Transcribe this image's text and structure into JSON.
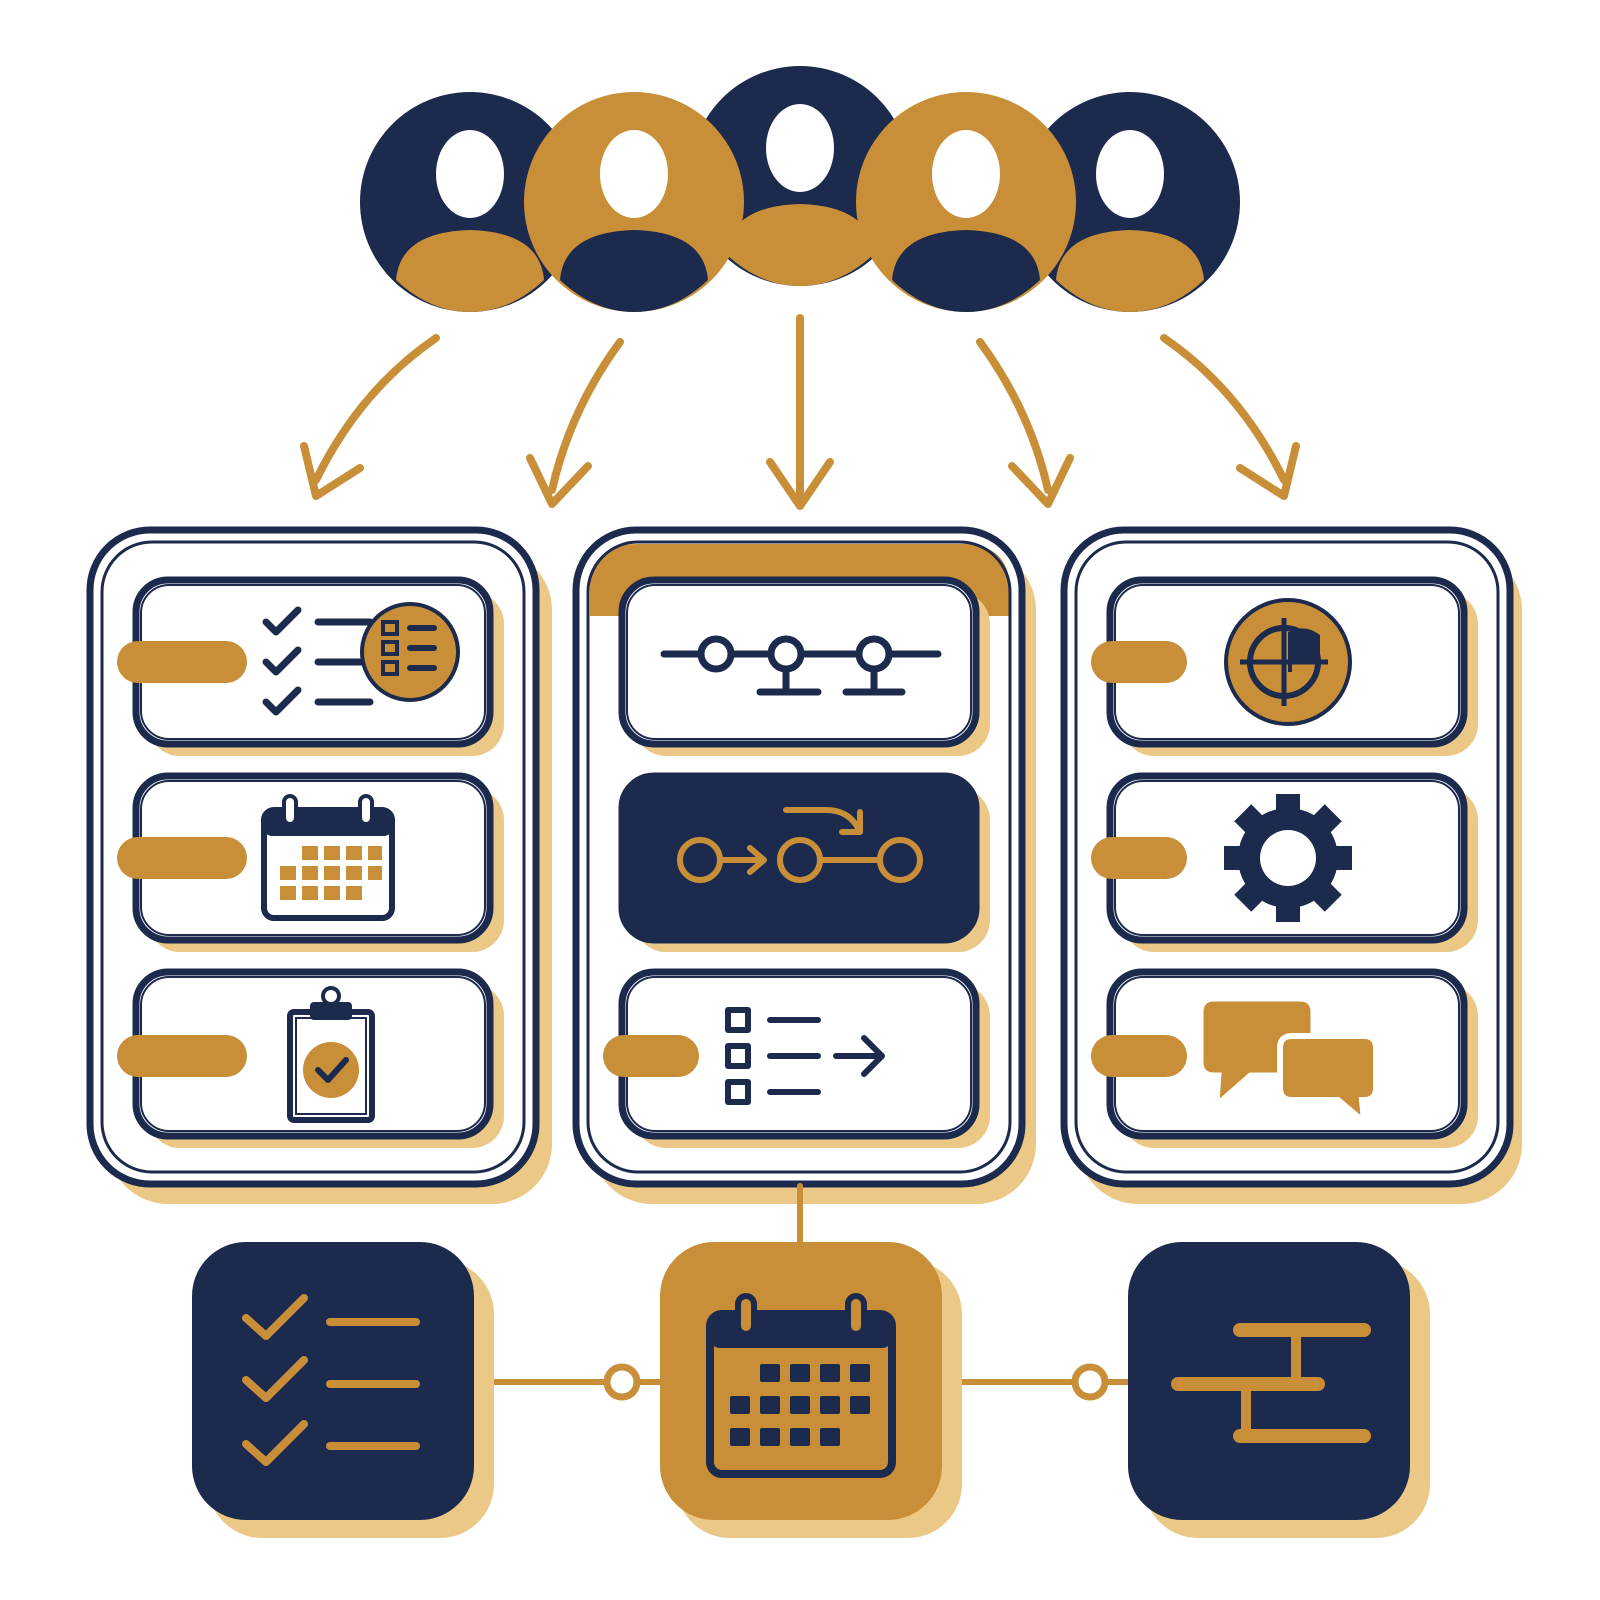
{
  "colors": {
    "navy": "#1c2a4d",
    "gold": "#c98f38",
    "gold_shadow": "#ebc885",
    "white": "#ffffff"
  },
  "team": {
    "avatars": [
      {
        "tone": "navy"
      },
      {
        "tone": "gold"
      },
      {
        "tone": "navy"
      },
      {
        "tone": "gold"
      },
      {
        "tone": "navy"
      }
    ]
  },
  "boards": [
    {
      "style": "plain",
      "cards": [
        {
          "icon": "checklist-icon",
          "style": "light"
        },
        {
          "icon": "calendar-icon",
          "style": "light"
        },
        {
          "icon": "clipboard-check-icon",
          "style": "light"
        }
      ]
    },
    {
      "style": "gold-header",
      "cards": [
        {
          "icon": "timeline-icon",
          "style": "light"
        },
        {
          "icon": "workflow-icon",
          "style": "dark"
        },
        {
          "icon": "task-list-arrow-icon",
          "style": "light"
        }
      ]
    },
    {
      "style": "plain",
      "cards": [
        {
          "icon": "target-flag-icon",
          "style": "light"
        },
        {
          "icon": "gear-icon",
          "style": "light"
        },
        {
          "icon": "chat-bubbles-icon",
          "style": "light"
        }
      ]
    }
  ],
  "tiles": [
    {
      "icon": "checklist-icon",
      "tone": "navy"
    },
    {
      "icon": "calendar-icon",
      "tone": "gold"
    },
    {
      "icon": "hierarchy-icon",
      "tone": "navy"
    }
  ]
}
